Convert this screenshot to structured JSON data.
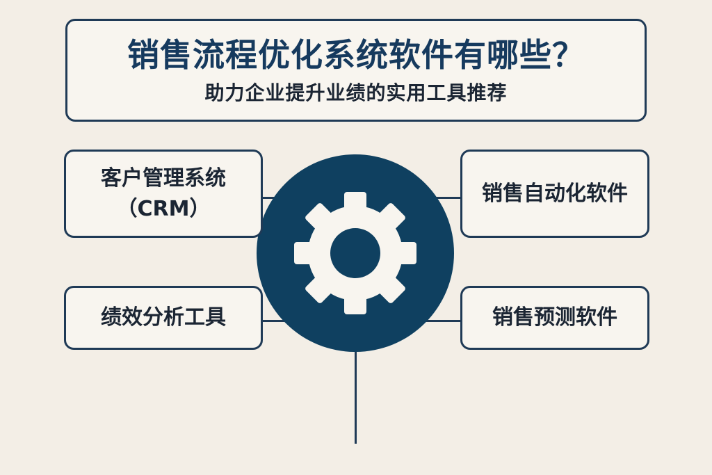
{
  "header": {
    "title": "销售流程优化系统软件有哪些？",
    "subtitle": "助力企业提升业绩的实用工具推荐"
  },
  "center": {
    "icon": "gear-icon",
    "color": "#0f4060"
  },
  "nodes": [
    {
      "label": "客户管理系统（CRM）",
      "position": "top-left"
    },
    {
      "label": "销售自动化软件",
      "position": "top-right"
    },
    {
      "label": "绩效分析工具",
      "position": "bottom-left"
    },
    {
      "label": "销售预测软件",
      "position": "bottom-right"
    }
  ],
  "colors": {
    "background": "#f3eee6",
    "box_fill": "#f8f5ef",
    "border": "#1f3a56",
    "title": "#163a5e"
  }
}
